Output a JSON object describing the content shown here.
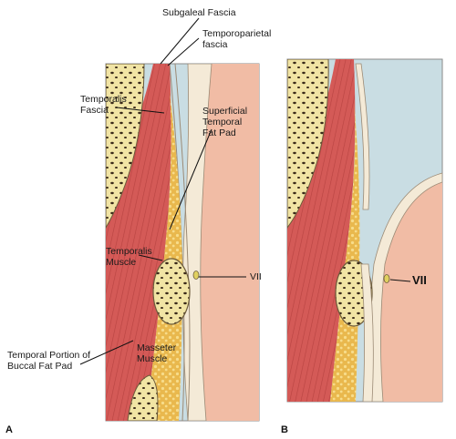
{
  "panel_a": {
    "letter": "A",
    "labels": {
      "subgaleal_fascia": "Subgaleal Fascia",
      "temporoparietal_fascia_1": "Temporoparietal",
      "temporoparietal_fascia_2": "fascia",
      "temporalis_fascia_1": "Temporalis",
      "temporalis_fascia_2": "Fascia",
      "superficial_fat_pad_1": "Superficial",
      "superficial_fat_pad_2": "Temporal",
      "superficial_fat_pad_3": "Fat Pad",
      "temporalis_muscle_1": "Temporalis",
      "temporalis_muscle_2": "Muscle",
      "facial_nerve": "VII",
      "buccal_fat_pad_1": "Temporal Portion of",
      "buccal_fat_pad_2": "Buccal Fat Pad",
      "masseter_muscle_1": "Masseter",
      "masseter_muscle_2": "Muscle"
    }
  },
  "panel_b": {
    "letter": "B",
    "labels": {
      "facial_nerve": "VII"
    }
  },
  "colors": {
    "background_blue": "#c9dde3",
    "bone_yellow": "#f1e4a4",
    "muscle_red": "#d45a57",
    "fat_yellow": "#e9b84d",
    "skin_pink": "#f1bca5",
    "fascia_cream": "#f4ead7"
  }
}
